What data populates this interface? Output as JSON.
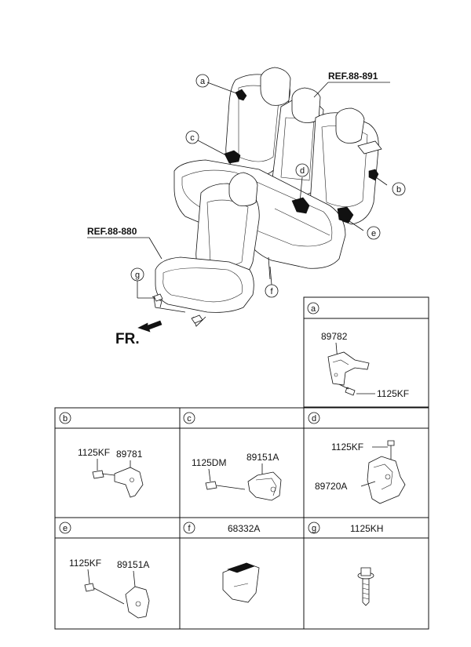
{
  "refs": {
    "rear_seat": "REF.88-891",
    "front_seat": "REF.88-880"
  },
  "direction_label": "FR.",
  "callouts": {
    "a": "a",
    "b": "b",
    "c": "c",
    "d": "d",
    "e": "e",
    "f": "f",
    "g": "g"
  },
  "panels": {
    "a": {
      "letter": "a",
      "parts": [
        "89782",
        "1125KF"
      ]
    },
    "b": {
      "letter": "b",
      "parts": [
        "1125KF",
        "89781"
      ]
    },
    "c": {
      "letter": "c",
      "parts": [
        "1125DM",
        "89151A"
      ]
    },
    "d": {
      "letter": "d",
      "parts": [
        "1125KF",
        "89720A"
      ]
    },
    "e": {
      "letter": "e",
      "parts": [
        "1125KF",
        "89151A"
      ]
    },
    "f": {
      "letter": "f",
      "header_part": "68332A"
    },
    "g": {
      "letter": "g",
      "header_part": "1125KH"
    }
  }
}
